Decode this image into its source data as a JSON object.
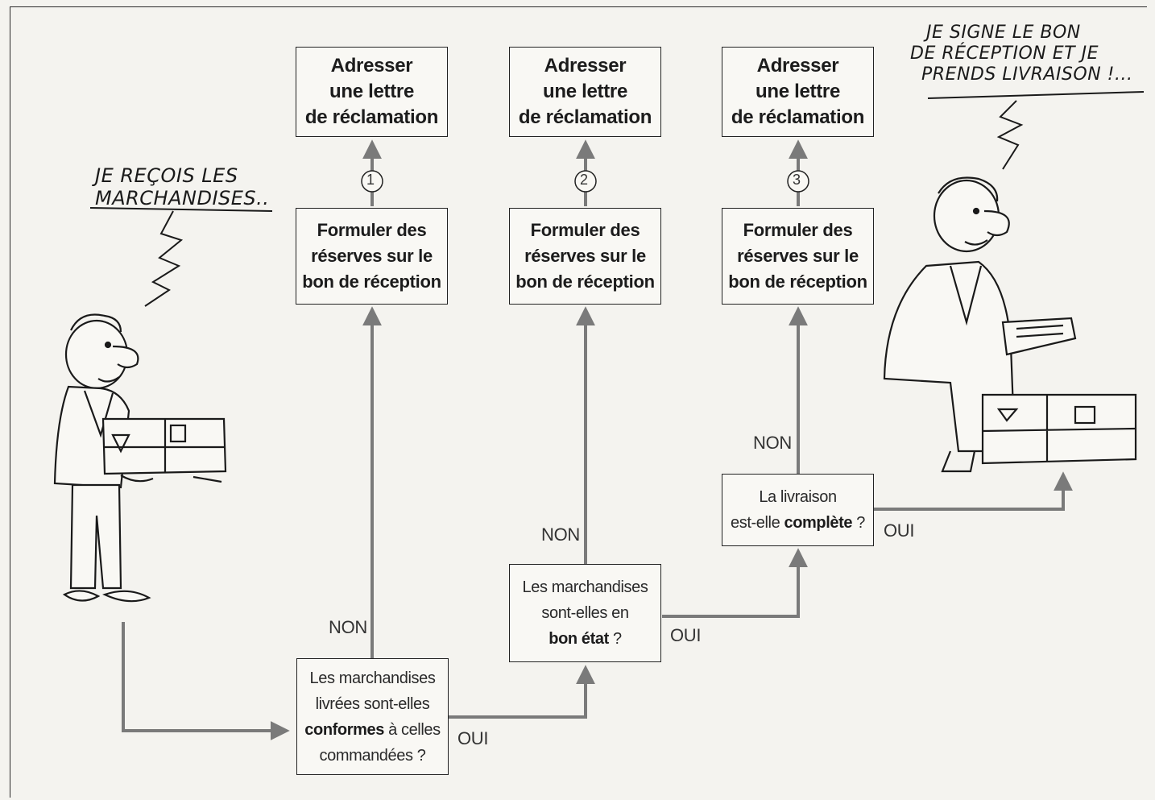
{
  "reclamation_boxes": [
    {
      "lines": [
        "Adresser",
        "une lettre",
        "de réclamation"
      ]
    },
    {
      "lines": [
        "Adresser",
        "une lettre",
        "de réclamation"
      ]
    },
    {
      "lines": [
        "Adresser",
        "une lettre",
        "de réclamation"
      ]
    }
  ],
  "reserve_boxes": [
    {
      "lines": [
        "Formuler des",
        "réserves sur le",
        "bon de réception"
      ]
    },
    {
      "lines": [
        "Formuler des",
        "réserves sur le",
        "bon de réception"
      ]
    },
    {
      "lines": [
        "Formuler des",
        "réserves sur le",
        "bon de réception"
      ]
    }
  ],
  "step_numbers": [
    "1",
    "2",
    "3"
  ],
  "questions": [
    {
      "line1": "Les marchandises",
      "line2": "livrées sont-elles",
      "bold": "conformes",
      "rest": " à celles",
      "line4": "commandées ?"
    },
    {
      "line1": "Les marchandises",
      "line2": "sont-elles en",
      "bold": "bon état",
      "rest": " ?"
    },
    {
      "line1": "La livraison",
      "pre": "est-elle ",
      "bold": "complète",
      "rest": " ?"
    }
  ],
  "labels": {
    "non": "NON",
    "oui": "OUI"
  },
  "speech_left": [
    "JE REÇOIS LES",
    "MARCHANDISES.."
  ],
  "speech_right": [
    "JE SIGNE LE BON",
    "DE RÉCEPTION ET JE",
    "PRENDS LIVRAISON !..."
  ],
  "colors": {
    "arrow": "#7a7a7a",
    "box_border": "#222222",
    "paper": "#f4f3ef"
  }
}
